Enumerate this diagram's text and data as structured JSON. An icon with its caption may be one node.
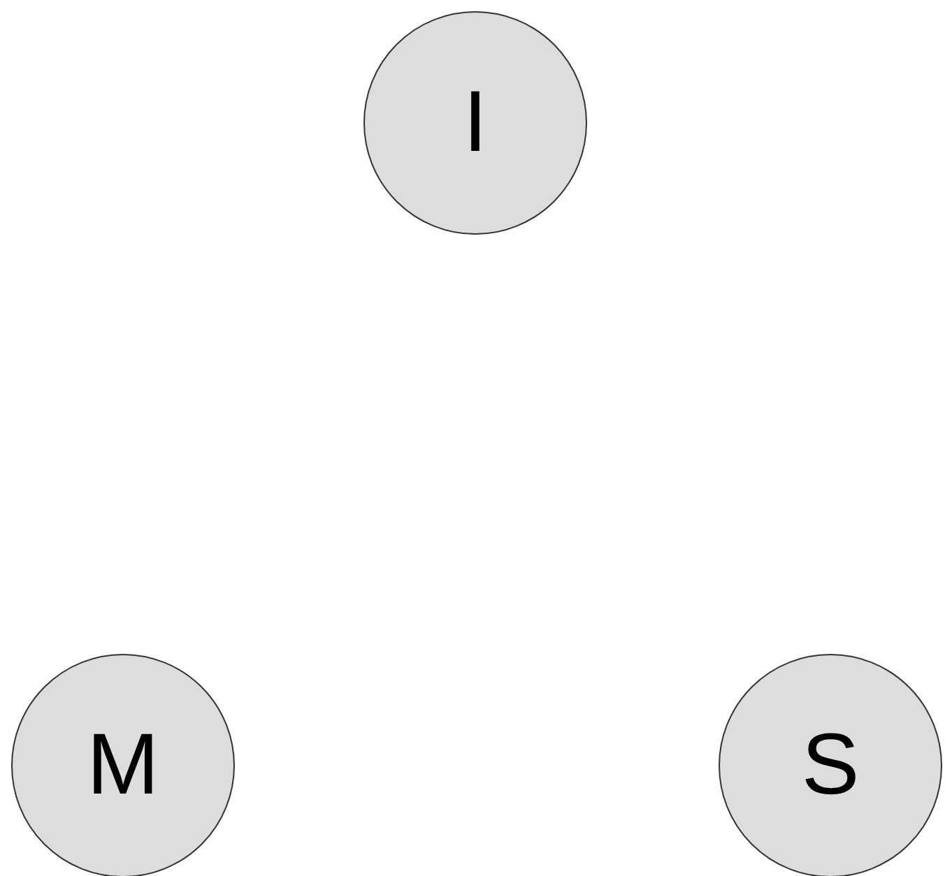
{
  "diagram": {
    "nodes": [
      {
        "text": [
          "I"
        ]
      },
      {
        "text": [
          "M"
        ]
      },
      {
        "text": [
          "S"
        ]
      }
    ]
  }
}
